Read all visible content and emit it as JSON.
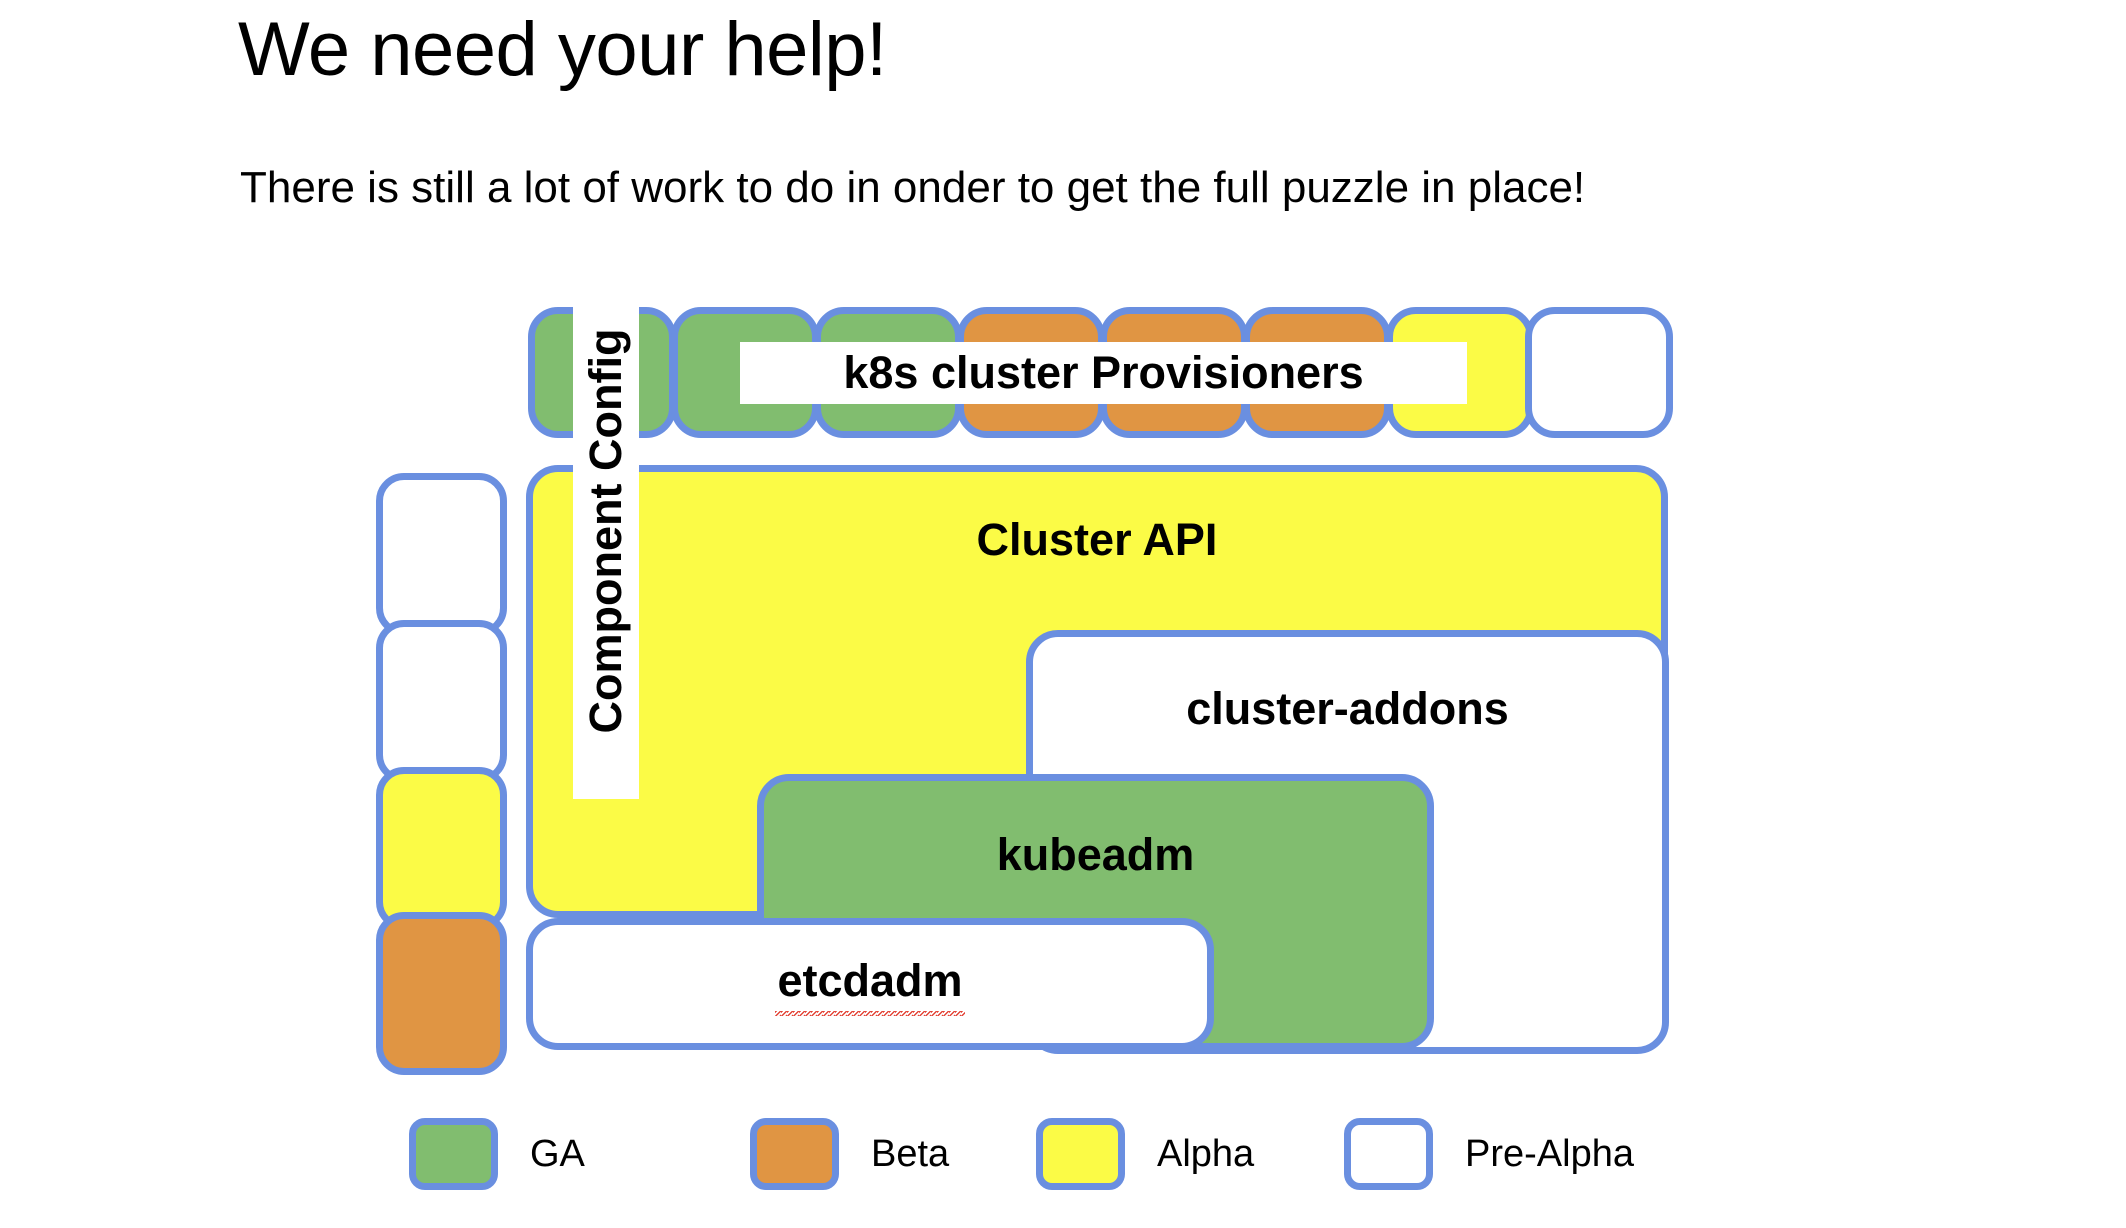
{
  "slide": {
    "title": "We need your help!",
    "subtitle": "There is still a lot of work to do in onder to get the full puzzle in place!"
  },
  "colors": {
    "ga": "#81bd6f",
    "beta": "#e09543",
    "alpha": "#fbfb46",
    "pre_alpha": "#ffffff",
    "border": "#6a8fe0",
    "text": "#000000",
    "background": "#ffffff",
    "spellcheck_underline": "#e23b2e"
  },
  "provisioners": {
    "label": "k8s cluster Provisioners",
    "boxes": [
      {
        "status": "GA",
        "fill": "ga"
      },
      {
        "status": "GA",
        "fill": "ga"
      },
      {
        "status": "GA",
        "fill": "ga"
      },
      {
        "status": "Beta",
        "fill": "beta"
      },
      {
        "status": "Beta",
        "fill": "beta"
      },
      {
        "status": "Beta",
        "fill": "beta"
      },
      {
        "status": "Alpha",
        "fill": "alpha"
      },
      {
        "status": "Pre-Alpha",
        "fill": "prealpha"
      }
    ]
  },
  "component_config": {
    "label": "Component Config",
    "boxes": [
      {
        "status": "Pre-Alpha",
        "fill": "prealpha"
      },
      {
        "status": "Pre-Alpha",
        "fill": "prealpha"
      },
      {
        "status": "Alpha",
        "fill": "alpha"
      },
      {
        "status": "Beta",
        "fill": "beta"
      }
    ]
  },
  "stack": {
    "cluster_api": {
      "label": "Cluster API",
      "status": "Alpha",
      "fill": "alpha"
    },
    "cluster_addons": {
      "label": "cluster-addons",
      "status": "Pre-Alpha",
      "fill": "prealpha"
    },
    "kubeadm": {
      "label": "kubeadm",
      "status": "GA",
      "fill": "ga"
    },
    "etcdadm": {
      "label": "etcdadm",
      "status": "Pre-Alpha",
      "fill": "prealpha",
      "misspelled": true
    }
  },
  "legend": {
    "items": [
      {
        "label": "GA",
        "fill": "ga"
      },
      {
        "label": "Beta",
        "fill": "beta"
      },
      {
        "label": "Alpha",
        "fill": "alpha"
      },
      {
        "label": "Pre-Alpha",
        "fill": "prealpha"
      }
    ]
  }
}
